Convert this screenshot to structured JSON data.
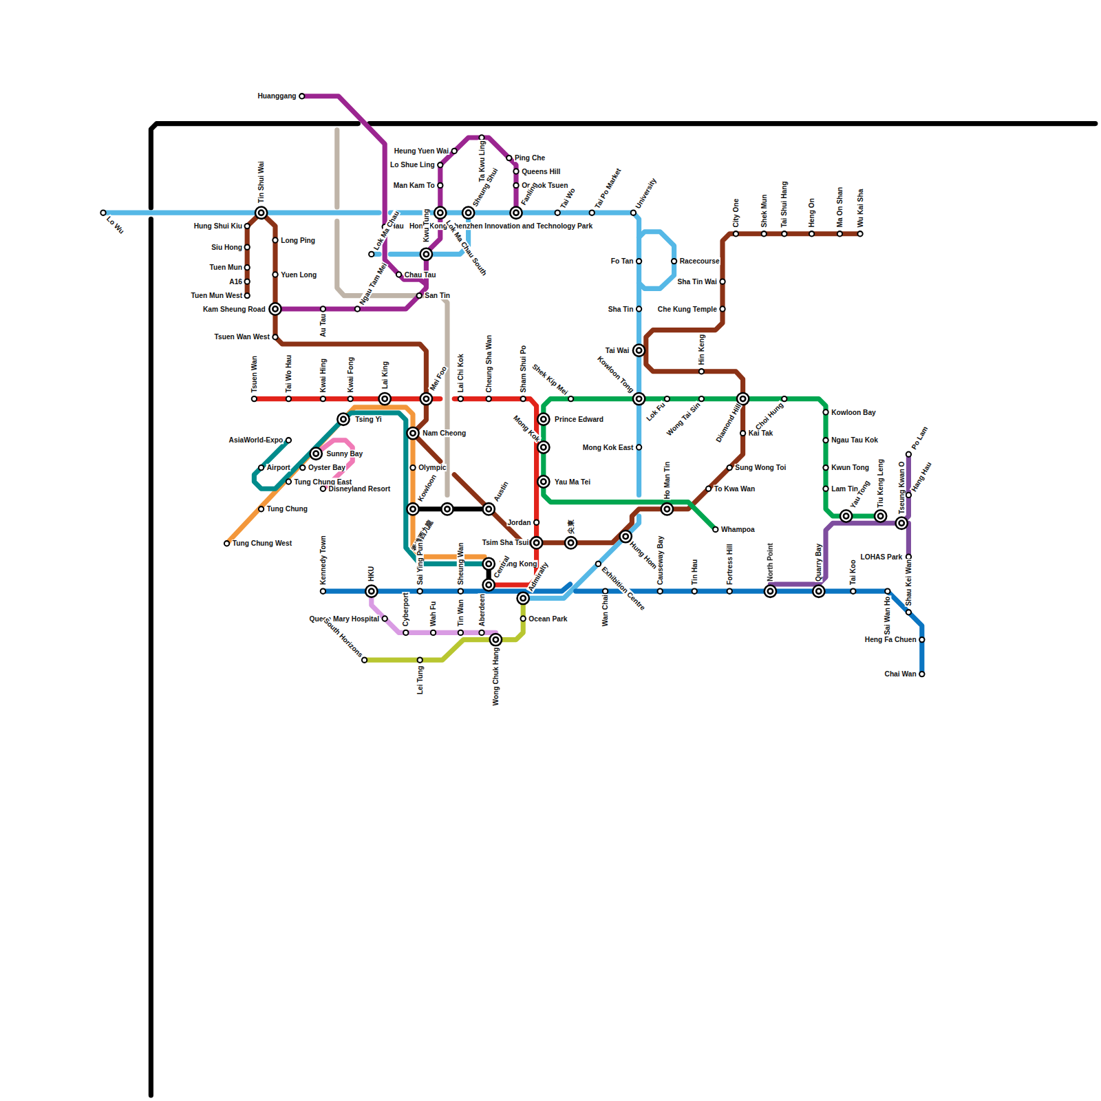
{
  "diagram": {
    "labels": [
      "Lo Wu",
      "Tin Shui Wai",
      "Hung Shui Kiu",
      "Siu Hong",
      "Tuen Mun",
      "A16",
      "Tuen Mun West",
      "Long Ping",
      "Yuen Long",
      "Kam Sheung Road",
      "Tsuen Wan West",
      "Au Tau",
      "Ngau Tam Mei",
      "Huanggang",
      "Hau",
      "Lok Ma Chau",
      "Hong Kong-Shenzhen Innovation and Technology Park",
      "Chau Tau",
      "San Tin",
      "Heung Yuen Wai",
      "Lo Shue Ling",
      "Man Kam To",
      "Kwu Tung",
      "Lok Ma Chau South",
      "Sheung Shui",
      "Ta Kwu Ling",
      "Ping Che",
      "Queens Hill",
      "On Lok Tsuen",
      "Fanling",
      "Tai Wo",
      "Tai Po Market",
      "University",
      "Fo Tan",
      "Racecourse",
      "Sha Tin",
      "Tai Wai",
      "Kowloon Tong",
      "Sha Tin Wai",
      "Che Kung Temple",
      "Hin Keng",
      "City One",
      "Shek Mun",
      "Tai Shui Hang",
      "Heng On",
      "Ma On Shan",
      "Wu Kai Sha",
      "Tsuen Wan",
      "Tai Wo Hau",
      "Kwai Hing",
      "Kwai Fong",
      "Lai King",
      "Mei Foo",
      "Lai Chi Kok",
      "Cheung Sha Wan",
      "Sham Shui Po",
      "Shek Kip Mei",
      "Lok Fu",
      "Wong Tai Sin",
      "Diamond Hill",
      "Choi Hung",
      "Kowloon Bay",
      "Ngau Tau Kok",
      "Kwun Tong",
      "Lam Tin",
      "Yau Tong",
      "Tiu Keng Leng",
      "Tseung Kwan O",
      "Po Lam",
      "Hang Hau",
      "LOHAS Park",
      "Tsing Yi",
      "Nam Cheong",
      "Olympic",
      "Kowloon",
      "香港西九龍",
      "AsiaWorld-Expo",
      "Airport",
      "Sunny Bay",
      "Oyster Bay",
      "Tung Chung East",
      "Disneyland Resort",
      "Tung Chung",
      "Tung Chung West",
      "Austin",
      "Jordan",
      "Tsim Sha Tsui",
      "尖東",
      "Prince Edward",
      "Mong Kok",
      "Mong Kok East",
      "Yau Ma Tei",
      "Hung Hom",
      "Exhibition Centre",
      "Ho Man Tin",
      "To Kwa Wan",
      "Sung Wong Toi",
      "Kai Tak",
      "Whampoa",
      "Hong Kong",
      "Central",
      "Admiralty",
      "Ocean Park",
      "Wong Chuk Hang",
      "Kennedy Town",
      "HKU",
      "Sai Ying Pun",
      "Sheung Wan",
      "Wan Chai",
      "Causeway Bay",
      "Tin Hau",
      "Fortress Hill",
      "North Point",
      "Quarry Bay",
      "Tai Koo",
      "Sai Wan Ho",
      "Shau Kei Wan",
      "Heng Fa Chuen",
      "Chai Wan",
      "Queen Mary Hospital",
      "Cyberport",
      "Wah Fu",
      "Tin Wan",
      "Aberdeen",
      "South Horizons",
      "Lei Tung"
    ]
  }
}
